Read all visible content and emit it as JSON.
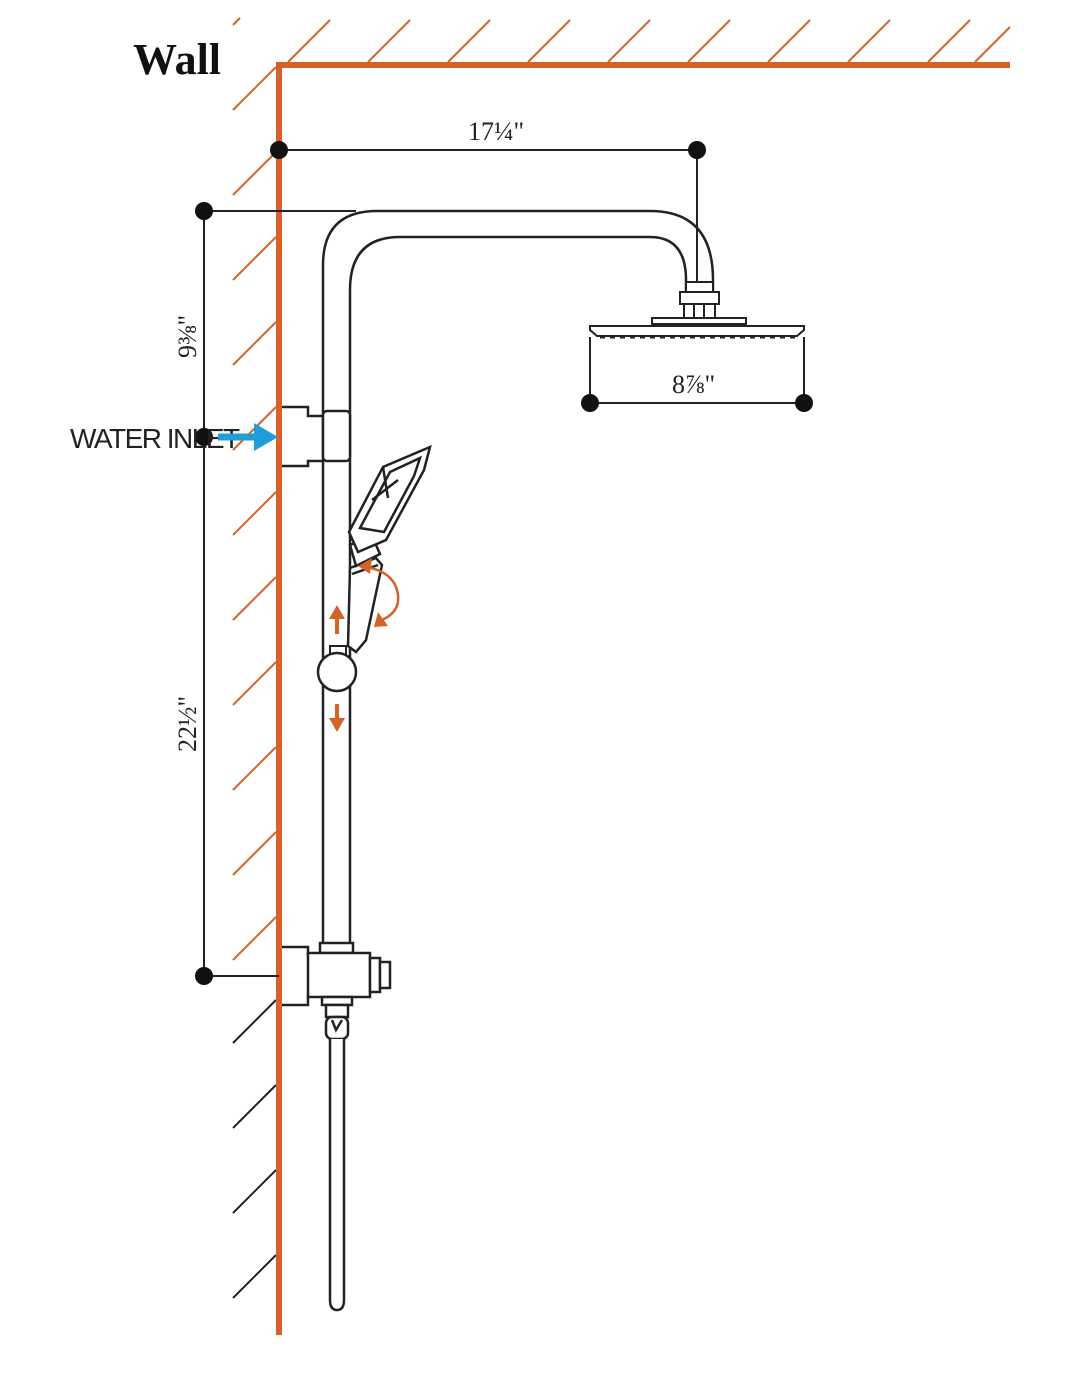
{
  "labels": {
    "wall": "Wall",
    "water_inlet": "WATER INLET"
  },
  "dimensions": {
    "arm_reach": "17¼\"",
    "upper_height": "9⅜\"",
    "lower_height": "22½\"",
    "head_diameter": "8⅞\""
  },
  "colors": {
    "wall": "#D4632B",
    "inlet_arrow": "#1E9FDB",
    "motion_arrows": "#D4632B",
    "line": "#222222"
  }
}
